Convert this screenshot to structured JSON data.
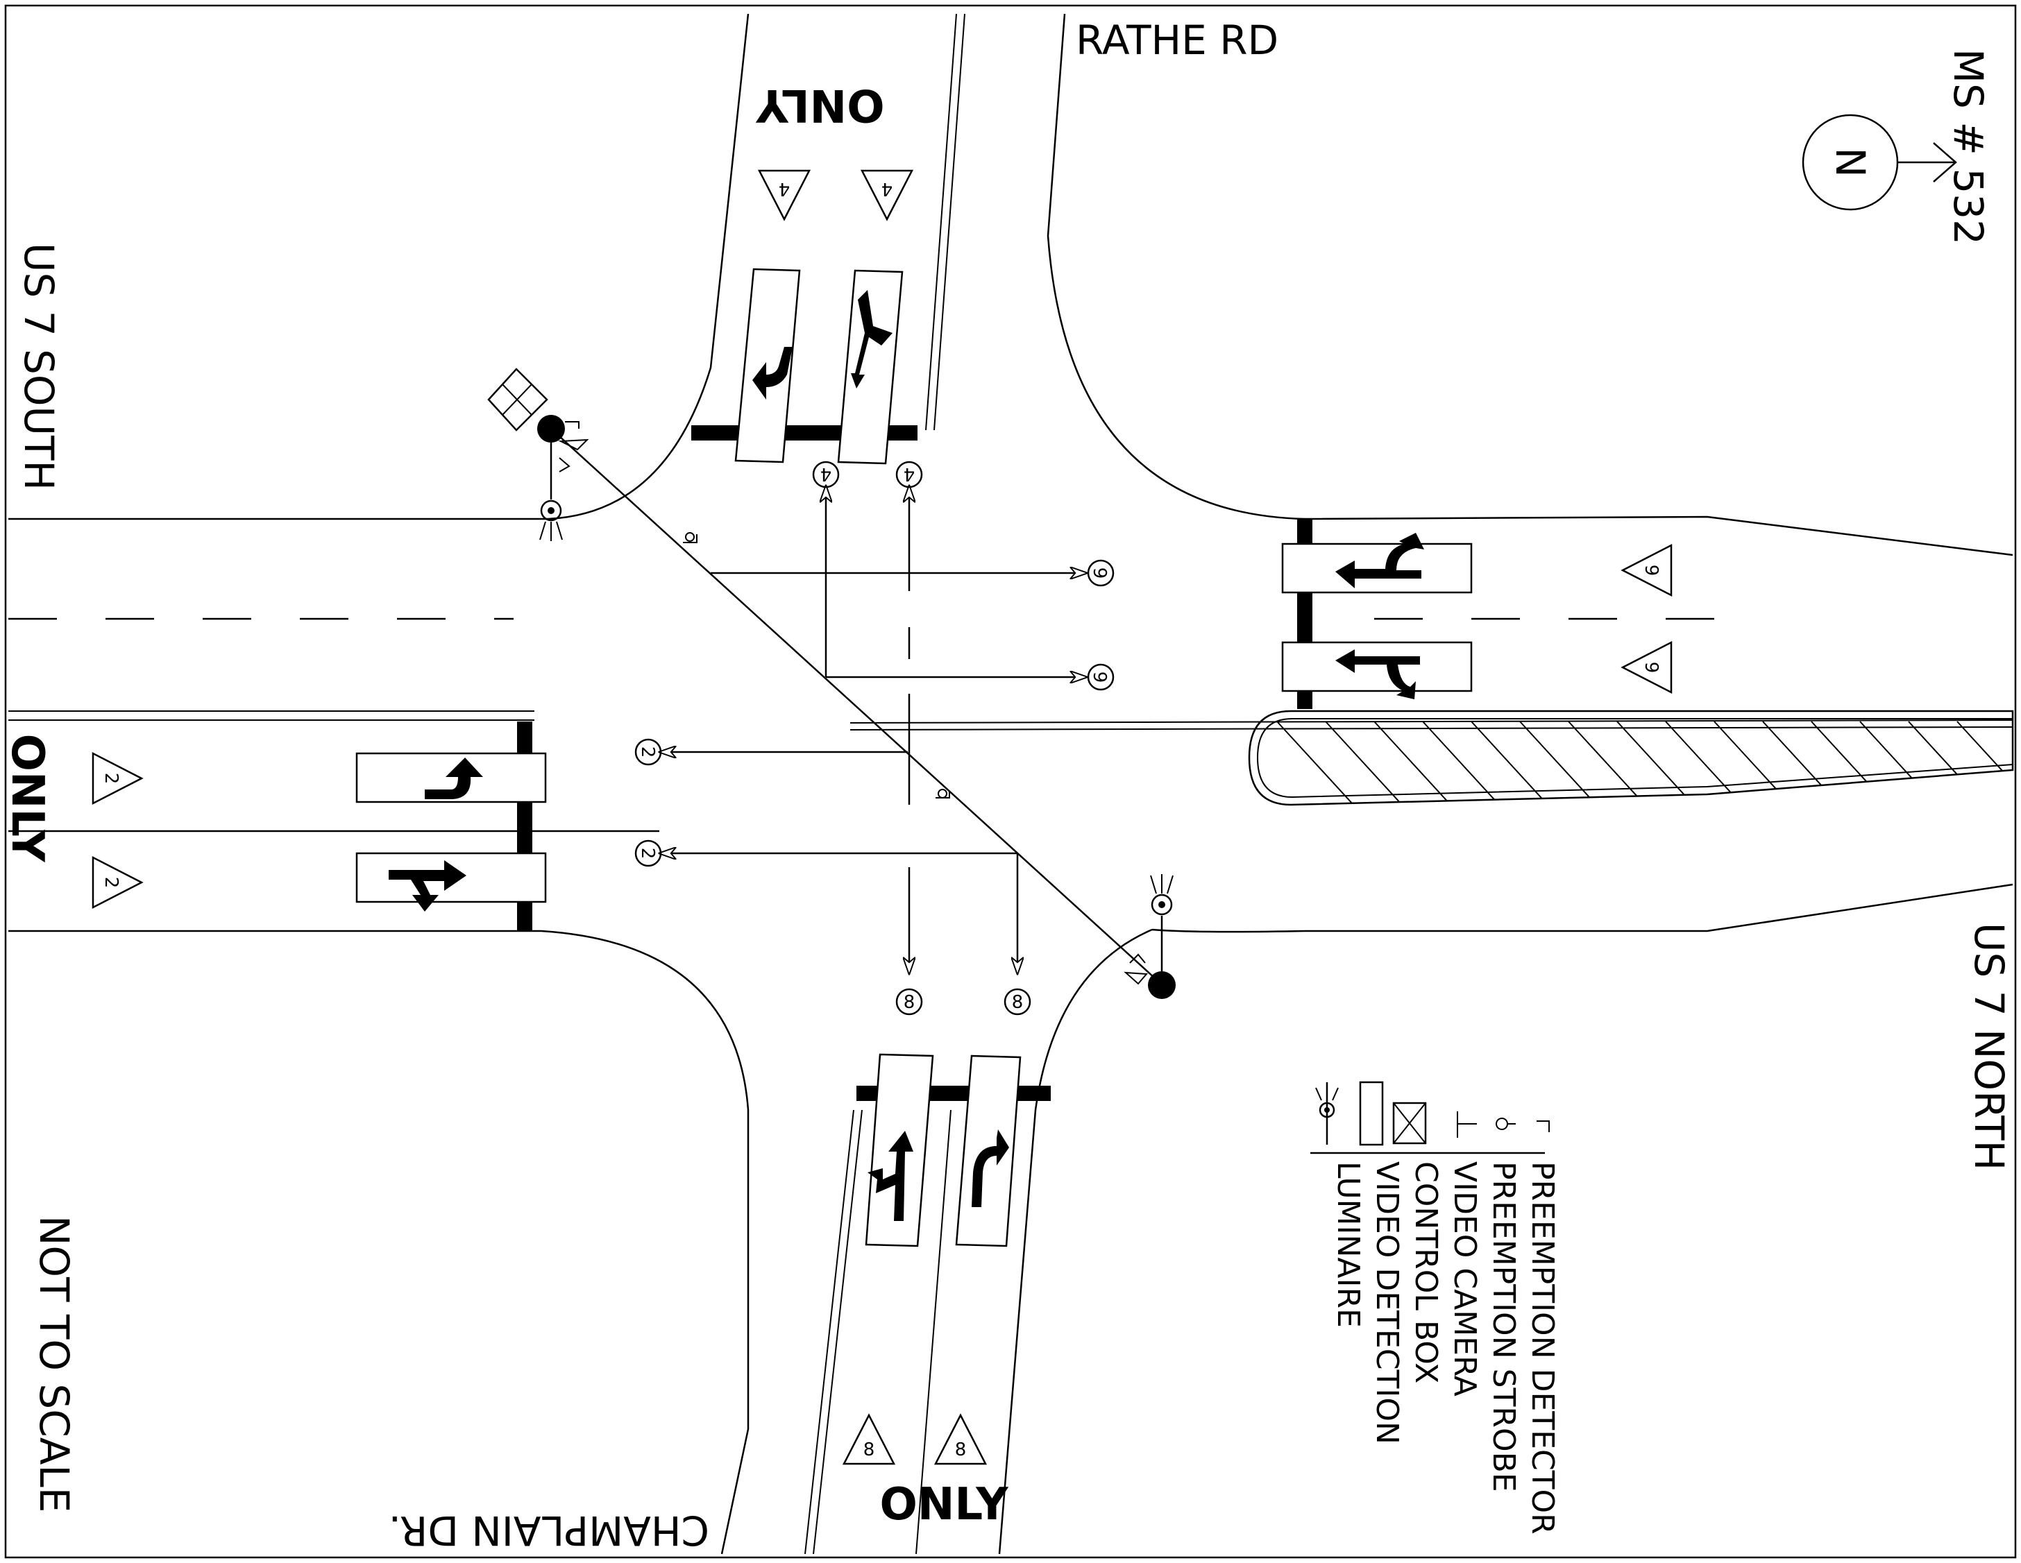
{
  "streets": {
    "north": "RATHE RD",
    "south": "CHAMPLAIN DR.",
    "west": "US 7 SOUTH",
    "east": "US 7 NORTH"
  },
  "map_id": "MS # 532",
  "north_symbol": "N",
  "scale_note": "NOT TO SCALE",
  "pavement_marking": "ONLY",
  "phases": {
    "north_approach": "4",
    "south_approach": "8",
    "west_approach": "2",
    "east_approach": "6"
  },
  "legend": [
    {
      "icon": "preemption-detector-icon",
      "label": "PREEMPTION DETECTOR"
    },
    {
      "icon": "preemption-strobe-icon",
      "label": "PREEMPTION STROBE"
    },
    {
      "icon": "video-camera-icon",
      "label": "VIDEO CAMERA"
    },
    {
      "icon": "control-box-icon",
      "label": "CONTROL BOX"
    },
    {
      "icon": "video-detection-icon",
      "label": "VIDEO DETECTION"
    },
    {
      "icon": "luminaire-icon",
      "label": "LUMINAIRE"
    }
  ],
  "colors": {
    "ink": "#000000",
    "paper": "#ffffff"
  }
}
